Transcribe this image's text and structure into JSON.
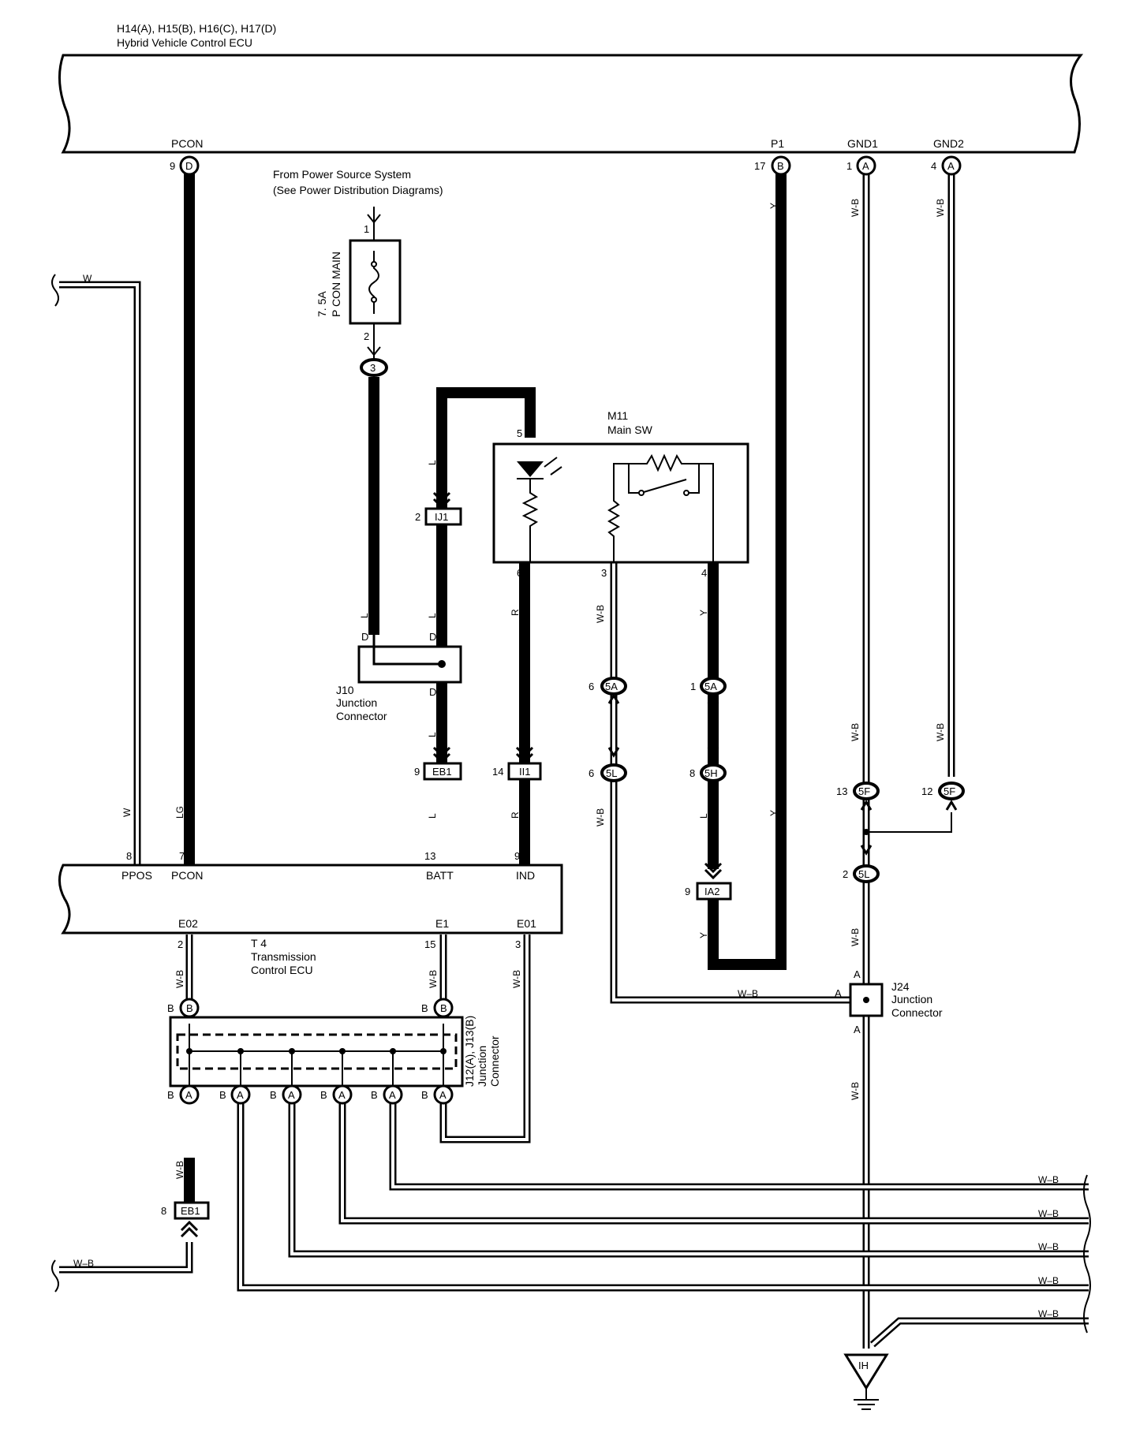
{
  "ecu_top": {
    "connector_ids": "H14(A), H15(B), H16(C), H17(D)",
    "name": "Hybrid Vehicle Control ECU",
    "terminals": [
      {
        "name": "PCON",
        "pin": "9",
        "conn": "D"
      },
      {
        "name": "P1",
        "pin": "17",
        "conn": "B"
      },
      {
        "name": "GND1",
        "pin": "1",
        "conn": "A"
      },
      {
        "name": "GND2",
        "pin": "4",
        "conn": "A"
      }
    ]
  },
  "power_source": {
    "line1": "From Power Source System",
    "line2": "(See Power Distribution Diagrams)"
  },
  "fuse": {
    "rating": "7. 5A",
    "name": "P CON MAIN",
    "pin_top": "1",
    "pin_bottom": "2",
    "connector": "3"
  },
  "main_switch": {
    "id": "M11",
    "name": "Main SW",
    "pins": [
      "5",
      "6",
      "3",
      "4"
    ]
  },
  "junction_j10": {
    "id": "J10",
    "line1": "Junction",
    "line2": "Connector",
    "pin_letter": "D"
  },
  "junction_j24": {
    "id": "J24",
    "line1": "Junction",
    "line2": "Connector",
    "pin_letter": "A"
  },
  "junction_j12": {
    "ids": "J12(A), J13(B)",
    "line1": "Junction",
    "line2": "Connector",
    "top_letter": "B",
    "bottom_letter": "A",
    "side_letter": "B"
  },
  "tcu": {
    "id": "T 4",
    "line1": "Transmission",
    "line2": "Control ECU",
    "inputs": [
      {
        "name": "PPOS",
        "pin": "8"
      },
      {
        "name": "PCON",
        "pin": "7"
      },
      {
        "name": "BATT",
        "pin": "13"
      },
      {
        "name": "IND",
        "pin": "9"
      }
    ],
    "grounds": [
      {
        "name": "E02",
        "pin": "2"
      },
      {
        "name": "E1",
        "pin": "15"
      },
      {
        "name": "E01",
        "pin": "3"
      }
    ]
  },
  "inline_connectors": {
    "ij1": {
      "label": "IJ1",
      "pin": "2"
    },
    "eb1_top": {
      "label": "EB1",
      "pin": "9"
    },
    "ii1": {
      "label": "II1",
      "pin": "14"
    },
    "sa_left": {
      "label": "5A",
      "pin": "6"
    },
    "sa_right": {
      "label": "5A",
      "pin": "1"
    },
    "sl_left": {
      "label": "5L",
      "pin": "6"
    },
    "sh": {
      "label": "5H",
      "pin": "8"
    },
    "ia2": {
      "label": "IA2",
      "pin": "9"
    },
    "sf_left": {
      "label": "5F",
      "pin": "13"
    },
    "sf_right": {
      "label": "5F",
      "pin": "12"
    },
    "sl_right": {
      "label": "5L",
      "pin": "2"
    },
    "eb1_bottom": {
      "label": "EB1",
      "pin": "8"
    }
  },
  "wire_colors": {
    "w": "W",
    "lg": "LG",
    "l": "L",
    "r": "R",
    "y": "Y",
    "wb": "W-B",
    "wb_dash": "W–B"
  },
  "ground": {
    "label": "IH"
  }
}
